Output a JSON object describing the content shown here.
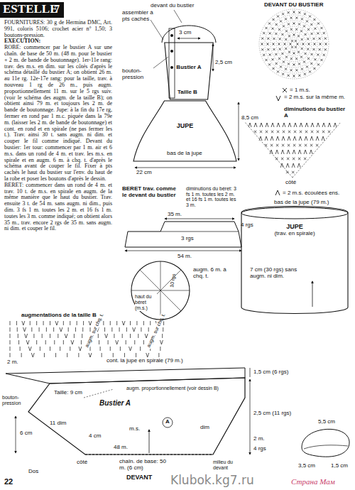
{
  "diagram": {
    "title": "ESTELLE",
    "nodes": [
      {
        "text": [
          "Bustier A"
        ]
      },
      {
        "text": [
          "JUPE"
        ]
      },
      {
        "text": [
          "haut du béret (m.s.)"
        ]
      },
      {
        "text": [
          "JUPE",
          "(trav. en spirale)"
        ]
      }
    ],
    "labels": [
      "7",
      "FOURNITURES: 30 g de Hermina DMC, Art. 991, coloris 5106; crochet acier n° 1,50; 3 boutons-pression.",
      "EXECUTION:",
      "ROBE: commencer par le bustier A sur une chaîn. de base de 50 m. (48 m. pour le bustier + 2 m. de bande de boutonnage). 1er-11e rang: trav. des m.s. en dim. sur les côtés d'après le schéma détaillé du bustier A; on obtient 26 m. au 11e rg. 12e-17e rang: pour la taille, trav. à nouveau 1 rg de 26 m., puis augm. proportionnellement 11 m. sur le 5 rgs suiv. (voir le schéma des augm. de la taille B); on obtient ainsi 79 m. et toujours les 2 m. de bande de boutonnage. Jupe: à la fin du 17e rg, fermer en rond par 1 m.c. piquée dans la 79e m. (laisser les 2 m. de bande de boutonnage) et cont. en rond et en spirale (ne pas fermer les t.). Trav. ainsi 30 t. sans augm. ni dim. et couper le fil comme indiqué. Devant du bustier: 1er tour: commencer par 1 m. air et 6 m.s. dans un rond de 4 m. et trav. les m.s. en spirale et en augm. 6 m. à chq. t. d'après le schéma avant de couper le fil. Fixer à pts cachés le haut du bustier sur l'env. du haut de la robe et poser les boutons d'après le dessin.",
      "BERET: commencer dans un rond de 4 m. et trav. 10 t. de m.s. en spirale en augm. de la même manière que le haut du bustier. Trav. ensuite 3 t. de 54 m. sans augm. ni dim., puis dim. 3 fs 1 m. toutes les 2 m. et 16 fs 1 m. toutes les 3 m. comme indiqué; on obtient alors 35 m., trav. encore 2 rgs de 35 m. sans augm. ni dim. et couper le fil.",
      "devant du bustier",
      "assembler à pts cachés",
      "3 cm",
      "bouton-pression",
      "2,5 cm",
      "Taille B",
      "8,5 cm",
      "bas de la jupe",
      "22 cm",
      "DEVANT DU BUSTIER",
      "= 1 m.s.",
      "= 2 m.s. sur la même m.",
      "diminutions du bustier A",
      "côté",
      "= 2 m.s. écoulées ens.",
      "BERET trav. comme le devant du bustier",
      "diminutions du béret: 3 fs 1 m. toutes les 2 m. et 16 fs 1 m. toutes les 3 m.",
      "35 m.",
      "4 rgs",
      "3 rgs",
      "54 m.",
      "augm. 6 m. à chq. t.",
      "10 rgs",
      "bas de la jupe (79 m.)",
      "7 cm (30 rgs) sans augm. ni dim.",
      "augmentations de la taille B",
      "augm. sur chq. t.",
      "augm. sur chq. t.",
      "2 m.",
      "cont. la jupe en spirale (79 m.)",
      "bouton-pression",
      "augm. proportionnellement (voir dessin B)",
      "Taille: 9 cm",
      "Bustier A",
      "m.s.",
      "A",
      "11 dim",
      "4 cm",
      "6 cm",
      "dim",
      "48 m.",
      "Dos",
      "côté",
      "chaîn. de base: 50 m. (6 cm)",
      "DEVANT",
      "milieu du devant",
      "1,5 cm (6 rgs)",
      "2,5 cm (11 rgs)",
      "2 m.",
      "4 rgs",
      "5,5 cm",
      "1,5 cm",
      "3,5 cm",
      "22",
      "Klubok.kg7.ru",
      "Страна Мам"
    ]
  }
}
